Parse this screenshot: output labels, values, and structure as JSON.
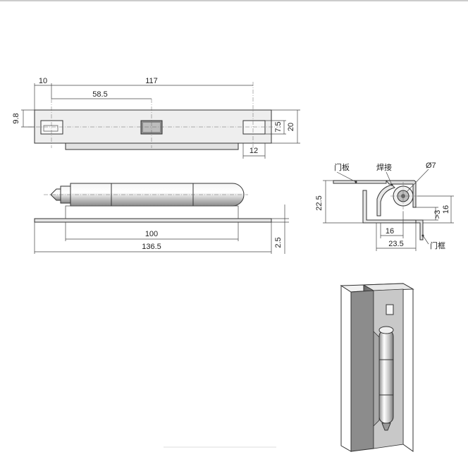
{
  "top_view": {
    "dims": {
      "d10": "10",
      "d117": "117",
      "d58_5": "58.5",
      "d9_8": "9.8",
      "d7_5": "7.5",
      "d20": "20",
      "d12": "12"
    }
  },
  "side_view": {
    "dims": {
      "d100": "100",
      "d136_5": "136.5",
      "d2_5": "2.5"
    }
  },
  "section_view": {
    "labels": {
      "door_panel": "门板",
      "weld": "焊接",
      "door_frame": "门框"
    },
    "dims": {
      "dia7": "Ø7",
      "d22_5": "22.5",
      "d16_v": "16",
      "gt3": ">3",
      "d16_h": "16",
      "d23_5": "23.5"
    }
  },
  "colors": {
    "line": "#333333",
    "plate_fill": "#eeeeee",
    "cylinder_fill": "#cfcfcf"
  }
}
